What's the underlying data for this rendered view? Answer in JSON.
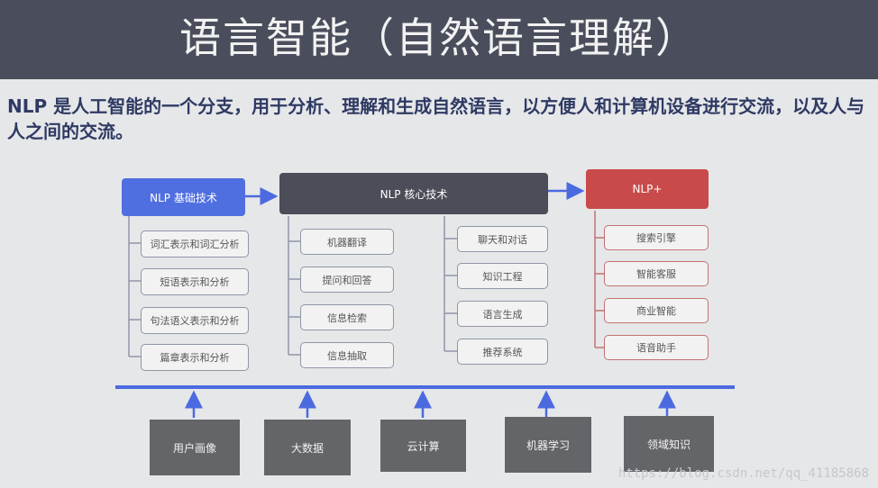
{
  "title": "语言智能（自然语言理解）",
  "intro": "NLP 是人工智能的一个分支，用于分析、理解和生成自然语言，以方便人和计算机设备进行交流，以及人与人之间的交流。",
  "diagram": {
    "basic": {
      "head": "NLP 基础技术",
      "items": [
        "词汇表示和词汇分析",
        "短语表示和分析",
        "句法语义表示和分析",
        "篇章表示和分析"
      ]
    },
    "core": {
      "head": "NLP 核心技术",
      "left_items": [
        "机器翻译",
        "提问和回答",
        "信息检索",
        "信息抽取"
      ],
      "right_items": [
        "聊天和对话",
        "知识工程",
        "语言生成",
        "推荐系统"
      ]
    },
    "plus": {
      "head": "NLP+",
      "items": [
        "搜索引擎",
        "智能客服",
        "商业智能",
        "语音助手"
      ]
    },
    "sources": [
      "用户画像",
      "大数据",
      "云计算",
      "机器学习",
      "领域知识"
    ]
  },
  "colors": {
    "blue_head": "#4f6fe0",
    "dark_head": "#4b4d58",
    "red_head": "#c94a4a",
    "arrow": "#4c6ae0"
  },
  "watermark": "https://blog.csdn.net/qq_41185868"
}
